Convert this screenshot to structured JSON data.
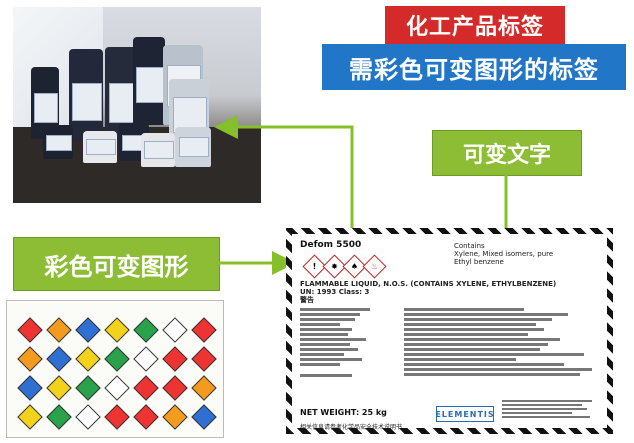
{
  "banners": {
    "chemical_label": "化工产品标签",
    "needs_color": "需彩色可变图形的标签",
    "variable_text": "可变文字",
    "variable_graphics": "彩色可变图形"
  },
  "label": {
    "product": "Defom 5500",
    "contains_heading": "Contains",
    "contains_line1": "Xylene, Mixed isomers, pure",
    "contains_line2": "Ethyl benzene",
    "hazard_line": "FLAMMABLE LIQUID, N.O.S. (CONTAINS XYLENE, ETHYLBENZENE)",
    "un_line": "UN: 1993 Class: 3",
    "signal": "警告",
    "net_weight": "NET WEIGHT: 25 kg",
    "brand": "ELEMENTIS",
    "footer": "相关信息请参考化学品安全技术说明书"
  },
  "colors": {
    "red": "#d42a2a",
    "blue": "#2276c7",
    "green": "#8cbd34"
  }
}
